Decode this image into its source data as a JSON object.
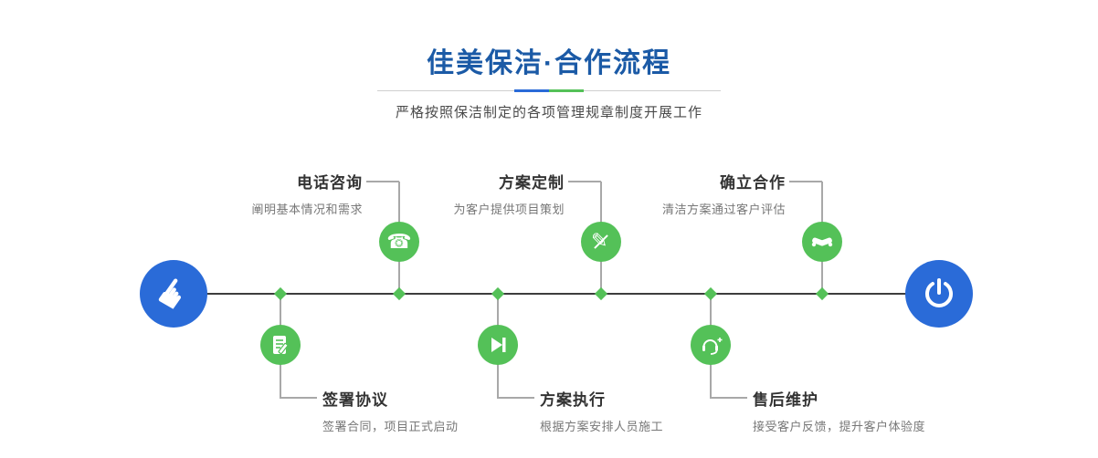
{
  "header": {
    "title": "佳美保洁·合作流程",
    "subtitle": "严格按照保洁制定的各项管理规章制度开展工作"
  },
  "colors": {
    "blue": "#2a6bd8",
    "green": "#54c158",
    "title_blue": "#1b5aa6",
    "timeline": "#3d3d3d",
    "connector_gray": "#a8a8a8"
  },
  "icons": {
    "hand": "☛",
    "phone": "☎",
    "pencil": "✎"
  },
  "steps_top": [
    {
      "title": "电话咨询",
      "desc": "阐明基本情况和需求",
      "icon": "phone-icon"
    },
    {
      "title": "方案定制",
      "desc": "为客户提供项目策划",
      "icon": "pencil-ruler-icon"
    },
    {
      "title": "确立合作",
      "desc": "清洁方案通过客户评估",
      "icon": "handshake-icon"
    }
  ],
  "steps_bottom": [
    {
      "title": "签署协议",
      "desc": "签署合同，项目正式启动",
      "icon": "document-pencil-icon"
    },
    {
      "title": "方案执行",
      "desc": "根据方案安排人员施工",
      "icon": "play-step-icon"
    },
    {
      "title": "售后维护",
      "desc": "接受客户反馈，提升客户体验度",
      "icon": "headset-icon"
    }
  ]
}
